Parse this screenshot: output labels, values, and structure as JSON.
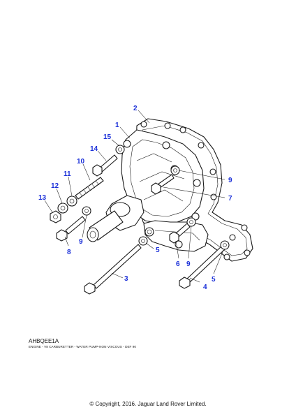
{
  "diagram": {
    "code": "AHBQEE1A",
    "caption": "ENGINE - V8 CARBURETTER - WATER PUMP-NON VISCOUS - DEF 90",
    "copyright": "© Copyright, 2016. Jaguar Land Rover Limited."
  },
  "callouts": {
    "c1": "1",
    "c2": "2",
    "c3": "3",
    "c4": "4",
    "c5a": "5",
    "c5b": "5",
    "c6": "6",
    "c7": "7",
    "c8": "8",
    "c9a": "9",
    "c9b": "9",
    "c9c": "9",
    "c10": "10",
    "c11": "11",
    "c12": "12",
    "c13": "13",
    "c14": "14",
    "c15": "15"
  },
  "colors": {
    "callout": "#1a2fd8",
    "line": "#1a1a1a",
    "background": "#ffffff"
  }
}
